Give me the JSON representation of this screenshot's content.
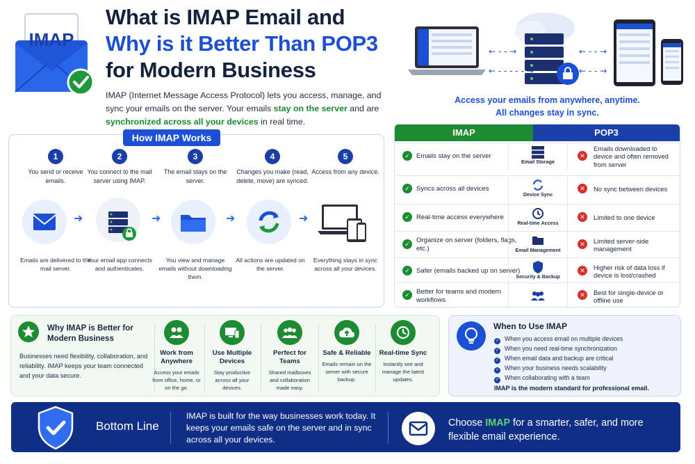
{
  "header": {
    "title_line1": "What is IMAP Email and",
    "title_line2": "Why is it Better Than POP3",
    "title_line3": "for Modern Business",
    "envelope_label": "IMAP",
    "intro_a": "IMAP (Internet Message Access Protocol) lets you access, manage, and sync your emails on the server. Your emails ",
    "intro_b": "stay on the server",
    "intro_c": " and are ",
    "intro_d": "synchronized across all your devices",
    "intro_e": " in real time.",
    "anywhere_line1": "Access your emails from anywhere, anytime.",
    "anywhere_line2": "All changes stay in sync."
  },
  "how": {
    "title": "How IMAP Works",
    "steps": [
      {
        "num": "1",
        "text": "You send or receive emails.",
        "caption": "Emails are delivered to the mail server."
      },
      {
        "num": "2",
        "text": "You connect to the mail server using IMAP.",
        "caption": "Your email app connects and authenticates."
      },
      {
        "num": "3",
        "text": "The email stays on the server.",
        "caption": "You view and manage emails without downloading them."
      },
      {
        "num": "4",
        "text": "Changes you make (read, delete, move) are synced.",
        "caption": "All actions are updated on the server."
      },
      {
        "num": "5",
        "text": "Access from any device.",
        "caption": "Everything stays in sync across all your devices."
      }
    ]
  },
  "compare": {
    "imap_header": "IMAP",
    "pop3_header": "POP3",
    "rows": [
      {
        "imap": "Emails stay on the server",
        "mid": "Email Storage",
        "pop3": "Emails downloaded to device and often removed from server",
        "icon": "server-icon"
      },
      {
        "imap": "Syncs across all devices",
        "mid": "Device Sync",
        "pop3": "No sync between devices",
        "icon": "sync-icon"
      },
      {
        "imap": "Real-time access everywhere",
        "mid": "Real-time Access",
        "pop3": "Limited to one device",
        "icon": "clock-icon"
      },
      {
        "imap": "Organize on server (folders, flags, etc.)",
        "mid": "Email Management",
        "pop3": "Limited server-side management",
        "icon": "folder-icon"
      },
      {
        "imap": "Safer (emails backed up on server)",
        "mid": "Security & Backup",
        "pop3": "Higher risk of data loss if device is lost/crashed",
        "icon": "shield-icon"
      },
      {
        "imap": "Better for teams and modern workflows",
        "mid": "",
        "pop3": "Best for single-device or offline use",
        "icon": "team-icon"
      }
    ]
  },
  "why": {
    "title": "Why IMAP is Better for Modern Business",
    "body": "Businesses need flexibility, collaboration, and reliability. IMAP keeps your team connected and your data secure.",
    "features": [
      {
        "title": "Work from Anywhere",
        "desc": "Access your emails from office, home, or on the go.",
        "icon": "people-icon"
      },
      {
        "title": "Use Multiple Devices",
        "desc": "Stay productive across all your devices.",
        "icon": "devices-icon"
      },
      {
        "title": "Perfect for Teams",
        "desc": "Shared mailboxes and collaboration made easy.",
        "icon": "team-icon"
      },
      {
        "title": "Safe & Reliable",
        "desc": "Emails remain on the server with secure backup.",
        "icon": "cloud-upload-icon"
      },
      {
        "title": "Real-time Sync",
        "desc": "Instantly see and manage the latest updates.",
        "icon": "clock-icon"
      }
    ]
  },
  "when": {
    "title": "When to Use IMAP",
    "items": [
      "When you access email on multiple devices",
      "When you need real-time synchronization",
      "When email data and backup are critical",
      "When your business needs scalability",
      "When collaborating with a team"
    ],
    "footer": "IMAP is the modern standard for professional email."
  },
  "bottom": {
    "title": "Bottom Line",
    "text": "IMAP is built for the way businesses work today. It keeps your emails safe on the server and in sync across all your devices.",
    "choose_a": "Choose ",
    "choose_hl": "IMAP",
    "choose_b": " for a smarter, safer, and more flexible email experience."
  },
  "colors": {
    "brand_blue": "#1a4fd6",
    "navy": "#0f2f86",
    "imap_green": "#1c8b32",
    "pop3_red": "#d9302b"
  }
}
